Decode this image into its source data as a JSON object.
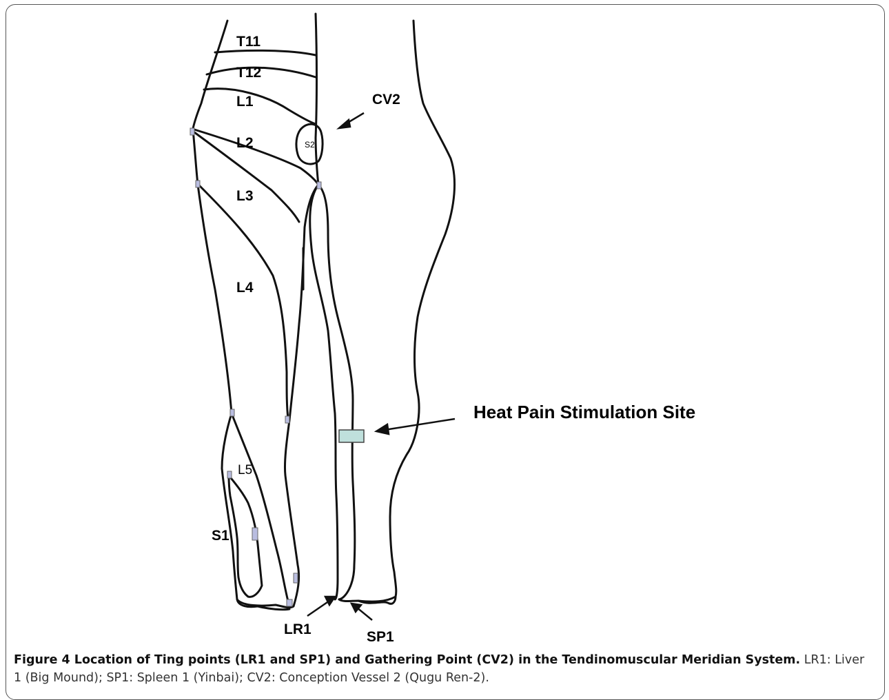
{
  "diagram": {
    "dermatomes": [
      "T11",
      "T12",
      "L1",
      "L2",
      "L3",
      "L4",
      "L5",
      "S1"
    ],
    "s2_label": "S2",
    "points": {
      "cv2": "CV2",
      "lr1": "LR1",
      "sp1": "SP1"
    },
    "stimulation_site_label": "Heat Pain Stimulation Site",
    "stimulation_site_color": "#bfe0dc"
  },
  "caption": {
    "title": "Figure 4 Location of Ting points (LR1 and SP1) and Gathering Point (CV2) in the Tendinomuscular Meridian System.",
    "body": "LR1: Liver 1 (Big Mound); SP1: Spleen 1 (Yinbai); CV2: Conception Vessel 2 (Qugu Ren-2)."
  }
}
